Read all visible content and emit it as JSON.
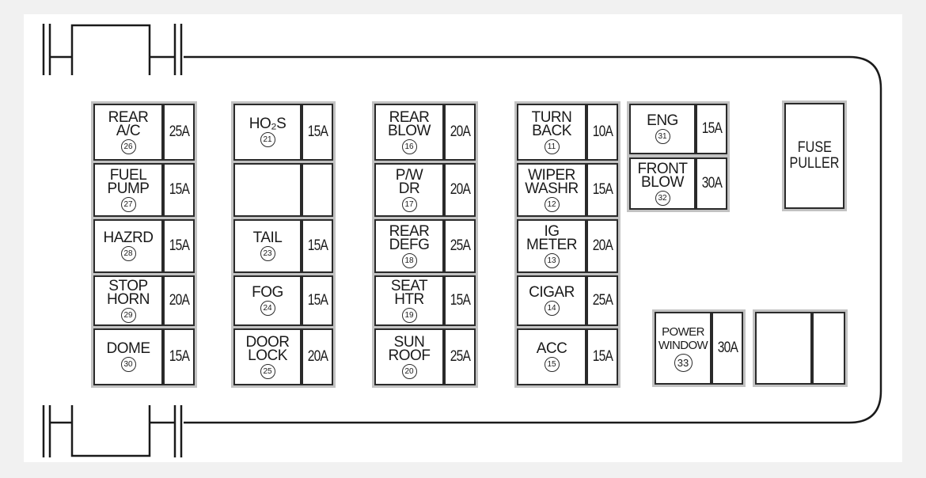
{
  "colors": {
    "background": "#f1f1f1",
    "panel": "#ffffff",
    "line": "#1a1a1a",
    "fuse_border": "#c2c2c2"
  },
  "fuse_puller": {
    "lines": [
      "FUSE",
      "PULLER"
    ]
  },
  "columns": [
    {
      "fuses": [
        {
          "name_lines": [
            "REAR",
            "A/C"
          ],
          "number": "26",
          "amp": "25A"
        },
        {
          "name_lines": [
            "FUEL",
            "PUMP"
          ],
          "number": "27",
          "amp": "15A"
        },
        {
          "name_lines": [
            "HAZRD"
          ],
          "number": "28",
          "amp": "15A"
        },
        {
          "name_lines": [
            "STOP",
            "HORN"
          ],
          "number": "29",
          "amp": "20A"
        },
        {
          "name_lines": [
            "DOME"
          ],
          "number": "30",
          "amp": "15A"
        }
      ]
    },
    {
      "fuses": [
        {
          "name_lines": [
            "HO₂S"
          ],
          "number": "21",
          "amp": "15A"
        },
        {
          "name_lines": [],
          "number": "",
          "amp": ""
        },
        {
          "name_lines": [
            "TAIL"
          ],
          "number": "23",
          "amp": "15A"
        },
        {
          "name_lines": [
            "FOG"
          ],
          "number": "24",
          "amp": "15A"
        },
        {
          "name_lines": [
            "DOOR",
            "LOCK"
          ],
          "number": "25",
          "amp": "20A"
        }
      ]
    },
    {
      "fuses": [
        {
          "name_lines": [
            "REAR",
            "BLOW"
          ],
          "number": "16",
          "amp": "20A"
        },
        {
          "name_lines": [
            "P/W",
            "DR"
          ],
          "number": "17",
          "amp": "20A"
        },
        {
          "name_lines": [
            "REAR",
            "DEFG"
          ],
          "number": "18",
          "amp": "25A"
        },
        {
          "name_lines": [
            "SEAT",
            "HTR"
          ],
          "number": "19",
          "amp": "15A"
        },
        {
          "name_lines": [
            "SUN",
            "ROOF"
          ],
          "number": "20",
          "amp": "25A"
        }
      ]
    },
    {
      "fuses": [
        {
          "name_lines": [
            "TURN",
            "BACK"
          ],
          "number": "11",
          "amp": "10A"
        },
        {
          "name_lines": [
            "WIPER",
            "WASHR"
          ],
          "number": "12",
          "amp": "15A"
        },
        {
          "name_lines": [
            "IG",
            "METER"
          ],
          "number": "13",
          "amp": "20A"
        },
        {
          "name_lines": [
            "CIGAR"
          ],
          "number": "14",
          "amp": "25A"
        },
        {
          "name_lines": [
            "ACC"
          ],
          "number": "15",
          "amp": "15A"
        }
      ]
    }
  ],
  "extra_fuses": [
    {
      "name_lines": [
        "ENG"
      ],
      "number": "31",
      "amp": "15A"
    },
    {
      "name_lines": [
        "FRONT",
        "BLOW"
      ],
      "number": "32",
      "amp": "30A"
    },
    {
      "name_lines": [
        "POWER",
        "WINDOW"
      ],
      "number": "33",
      "amp": "30A"
    }
  ]
}
